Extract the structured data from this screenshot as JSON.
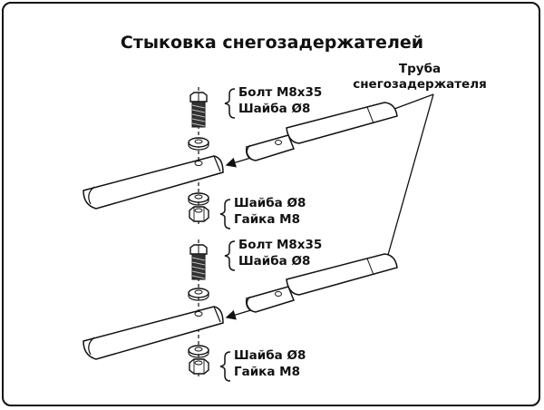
{
  "title": "Стыковка снегозадержателей",
  "pipe_label": {
    "line1": "Труба",
    "line2": "снегозадержателя"
  },
  "upper": {
    "bolt_label": "Болт М8х35",
    "washer_label_top": "Шайба Ø8",
    "washer_label_bottom": "Шайба Ø8",
    "nut_label": "Гайка М8"
  },
  "lower": {
    "bolt_label": "Болт М8х35",
    "washer_label_top": "Шайба Ø8",
    "washer_label_bottom": "Шайба Ø8",
    "nut_label": "Гайка М8"
  }
}
